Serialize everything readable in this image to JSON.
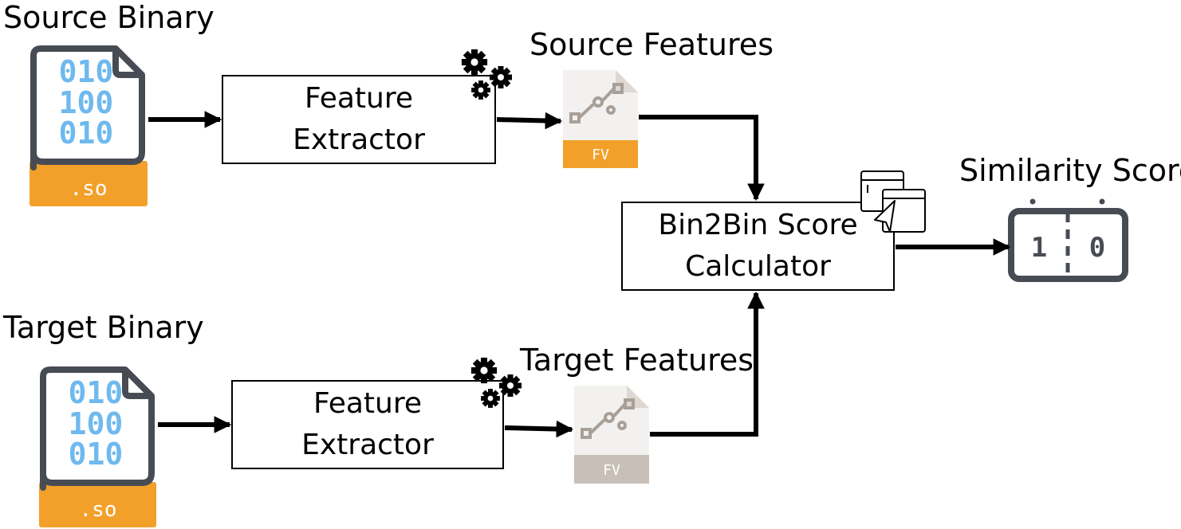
{
  "source": {
    "title": "Source Binary",
    "file_bits": [
      "010",
      "100",
      "010"
    ],
    "file_ext": ".so",
    "extractor_lines": [
      "Feature",
      "Extractor"
    ],
    "features_title": "Source Features",
    "features_tag": "FV"
  },
  "target": {
    "title": "Target Binary",
    "file_bits": [
      "010",
      "100",
      "010"
    ],
    "file_ext": ".so",
    "extractor_lines": [
      "Feature",
      "Extractor"
    ],
    "features_title": "Target Features",
    "features_tag": "FV"
  },
  "calculator": {
    "lines": [
      "Bin2Bin Score",
      "Calculator"
    ]
  },
  "score": {
    "title": "Similarity Score",
    "left_digit": "1",
    "right_digit": "0"
  },
  "colors": {
    "orange": "#f2a02a",
    "bits_blue": "#6fb9ef",
    "file_outline": "#474c54",
    "fv_gray": "#c8c0b8",
    "fv_graph": "#a8a098"
  }
}
